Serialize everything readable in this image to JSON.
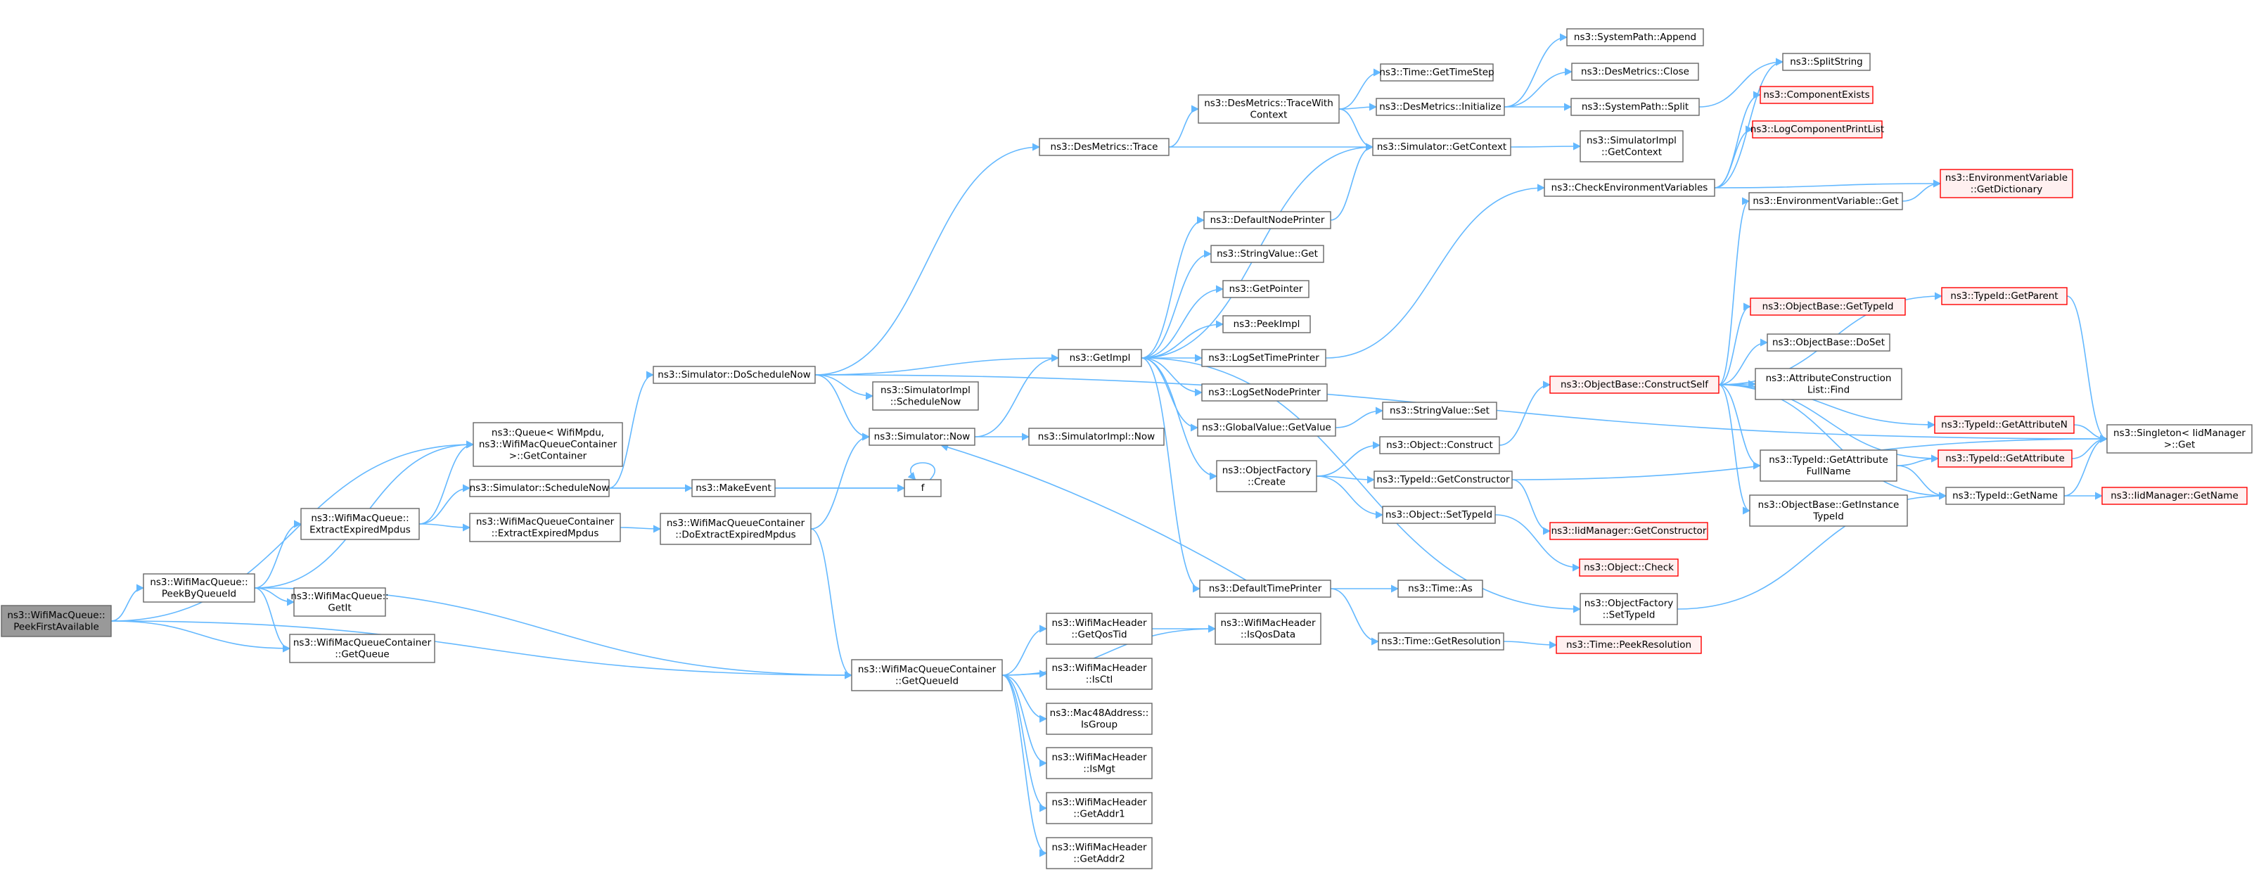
{
  "colors": {
    "edge": "#63b8ff",
    "normal_border": "#666666",
    "normal_fill": "#ffffff",
    "red_border": "#ff0000",
    "red_fill": "#fff0f0",
    "root_fill": "#999999",
    "root_border": "#666666",
    "text_normal": "#000000",
    "text_red": "#000000"
  },
  "diagram": {
    "type": "call-graph",
    "nodes": [
      {
        "id": "root",
        "lines": [
          "ns3::WifiMacQueue::",
          "PeekFirstAvailable"
        ],
        "style": "root"
      },
      {
        "id": "peekByQueueId",
        "lines": [
          "ns3::WifiMacQueue::",
          "PeekByQueueId"
        ],
        "style": "normal"
      },
      {
        "id": "getContainer",
        "lines": [
          "ns3::Queue< WifiMpdu,",
          "ns3::WifiMacQueueContainer",
          ">::GetContainer"
        ],
        "style": "normal"
      },
      {
        "id": "extractExpired",
        "lines": [
          "ns3::WifiMacQueue::",
          "ExtractExpiredMpdus"
        ],
        "style": "normal"
      },
      {
        "id": "getIt",
        "lines": [
          "ns3::WifiMacQueue::",
          "GetIt"
        ],
        "style": "normal"
      },
      {
        "id": "getQueue",
        "lines": [
          "ns3::WifiMacQueueContainer",
          "::GetQueue"
        ],
        "style": "normal"
      },
      {
        "id": "getQueueId",
        "lines": [
          "ns3::WifiMacQueueContainer",
          "::GetQueueId"
        ],
        "style": "normal"
      },
      {
        "id": "scheduleNow",
        "lines": [
          "ns3::Simulator::ScheduleNow"
        ],
        "style": "normal"
      },
      {
        "id": "containerExtract",
        "lines": [
          "ns3::WifiMacQueueContainer",
          "::ExtractExpiredMpdus"
        ],
        "style": "normal"
      },
      {
        "id": "doScheduleNow",
        "lines": [
          "ns3::Simulator::DoScheduleNow"
        ],
        "style": "normal"
      },
      {
        "id": "makeEvent",
        "lines": [
          "ns3::MakeEvent"
        ],
        "style": "normal"
      },
      {
        "id": "f",
        "lines": [
          "f"
        ],
        "style": "normal"
      },
      {
        "id": "doExtract",
        "lines": [
          "ns3::WifiMacQueueContainer",
          "::DoExtractExpiredMpdus"
        ],
        "style": "normal"
      },
      {
        "id": "simNow",
        "lines": [
          "ns3::Simulator::Now"
        ],
        "style": "normal"
      },
      {
        "id": "simImplScheduleNow",
        "lines": [
          "ns3::SimulatorImpl",
          "::ScheduleNow"
        ],
        "style": "normal"
      },
      {
        "id": "simImplNow",
        "lines": [
          "ns3::SimulatorImpl::Now"
        ],
        "style": "normal"
      },
      {
        "id": "getImpl",
        "lines": [
          "ns3::GetImpl"
        ],
        "style": "normal"
      },
      {
        "id": "desTrace",
        "lines": [
          "ns3::DesMetrics::Trace"
        ],
        "style": "normal"
      },
      {
        "id": "traceWithContext",
        "lines": [
          "ns3::DesMetrics::TraceWith",
          "Context"
        ],
        "style": "normal"
      },
      {
        "id": "getTimeStep",
        "lines": [
          "ns3::Time::GetTimeStep"
        ],
        "style": "normal"
      },
      {
        "id": "desInit",
        "lines": [
          "ns3::DesMetrics::Initialize"
        ],
        "style": "normal"
      },
      {
        "id": "simGetContext",
        "lines": [
          "ns3::Simulator::GetContext"
        ],
        "style": "normal"
      },
      {
        "id": "defaultNodePrinter",
        "lines": [
          "ns3::DefaultNodePrinter"
        ],
        "style": "normal"
      },
      {
        "id": "stringValueGet",
        "lines": [
          "ns3::StringValue::Get"
        ],
        "style": "normal"
      },
      {
        "id": "getPointer",
        "lines": [
          "ns3::GetPointer"
        ],
        "style": "normal"
      },
      {
        "id": "peekImpl",
        "lines": [
          "ns3::PeekImpl"
        ],
        "style": "normal"
      },
      {
        "id": "logSetTimePrinter",
        "lines": [
          "ns3::LogSetTimePrinter"
        ],
        "style": "normal"
      },
      {
        "id": "logSetNodePrinter",
        "lines": [
          "ns3::LogSetNodePrinter"
        ],
        "style": "normal"
      },
      {
        "id": "globalValueGet",
        "lines": [
          "ns3::GlobalValue::GetValue"
        ],
        "style": "normal"
      },
      {
        "id": "objFactoryCreate",
        "lines": [
          "ns3::ObjectFactory",
          "::Create"
        ],
        "style": "normal"
      },
      {
        "id": "defaultTimePrinter",
        "lines": [
          "ns3::DefaultTimePrinter"
        ],
        "style": "normal"
      },
      {
        "id": "sysPathAppend",
        "lines": [
          "ns3::SystemPath::Append"
        ],
        "style": "normal"
      },
      {
        "id": "desClose",
        "lines": [
          "ns3::DesMetrics::Close"
        ],
        "style": "normal"
      },
      {
        "id": "sysPathSplit",
        "lines": [
          "ns3::SystemPath::Split"
        ],
        "style": "normal"
      },
      {
        "id": "simImplGetContext",
        "lines": [
          "ns3::SimulatorImpl",
          "::GetContext"
        ],
        "style": "normal"
      },
      {
        "id": "checkEnvVars",
        "lines": [
          "ns3::CheckEnvironmentVariables"
        ],
        "style": "normal"
      },
      {
        "id": "splitString",
        "lines": [
          "ns3::SplitString"
        ],
        "style": "normal"
      },
      {
        "id": "componentExists",
        "lines": [
          "ns3::ComponentExists"
        ],
        "style": "red"
      },
      {
        "id": "logComponentPrintList",
        "lines": [
          "ns3::LogComponentPrintList"
        ],
        "style": "red"
      },
      {
        "id": "envVarGet",
        "lines": [
          "ns3::EnvironmentVariable::Get"
        ],
        "style": "normal"
      },
      {
        "id": "envVarGetDict",
        "lines": [
          "ns3::EnvironmentVariable",
          "::GetDictionary"
        ],
        "style": "red"
      },
      {
        "id": "stringValueSet",
        "lines": [
          "ns3::StringValue::Set"
        ],
        "style": "normal"
      },
      {
        "id": "objectConstruct",
        "lines": [
          "ns3::Object::Construct"
        ],
        "style": "normal"
      },
      {
        "id": "typeIdGetCtor",
        "lines": [
          "ns3::TypeId::GetConstructor"
        ],
        "style": "normal"
      },
      {
        "id": "objectSetTypeId",
        "lines": [
          "ns3::Object::SetTypeId"
        ],
        "style": "normal"
      },
      {
        "id": "iidGetCtor",
        "lines": [
          "ns3::IidManager::GetConstructor"
        ],
        "style": "red"
      },
      {
        "id": "objectCheck",
        "lines": [
          "ns3::Object::Check"
        ],
        "style": "red"
      },
      {
        "id": "timeAs",
        "lines": [
          "ns3::Time::As"
        ],
        "style": "normal"
      },
      {
        "id": "timeGetRes",
        "lines": [
          "ns3::Time::GetResolution"
        ],
        "style": "normal"
      },
      {
        "id": "timePeekRes",
        "lines": [
          "ns3::Time::PeekResolution"
        ],
        "style": "red"
      },
      {
        "id": "objFactorySetTypeId",
        "lines": [
          "ns3::ObjectFactory",
          "::SetTypeId"
        ],
        "style": "normal"
      },
      {
        "id": "constructSelf",
        "lines": [
          "ns3::ObjectBase::ConstructSelf"
        ],
        "style": "red"
      },
      {
        "id": "objBaseGetTypeId",
        "lines": [
          "ns3::ObjectBase::GetTypeId"
        ],
        "style": "red"
      },
      {
        "id": "objBaseDoSet",
        "lines": [
          "ns3::ObjectBase::DoSet"
        ],
        "style": "normal"
      },
      {
        "id": "attrConstructFind",
        "lines": [
          "ns3::AttributeConstruction",
          "List::Find"
        ],
        "style": "normal"
      },
      {
        "id": "typeIdGetParent",
        "lines": [
          "ns3::TypeId::GetParent"
        ],
        "style": "red"
      },
      {
        "id": "typeIdGetAttrN",
        "lines": [
          "ns3::TypeId::GetAttributeN"
        ],
        "style": "red"
      },
      {
        "id": "typeIdGetAttrFull",
        "lines": [
          "ns3::TypeId::GetAttribute",
          "FullName"
        ],
        "style": "normal"
      },
      {
        "id": "typeIdGetAttr",
        "lines": [
          "ns3::TypeId::GetAttribute"
        ],
        "style": "red"
      },
      {
        "id": "objBaseGetInstTypeId",
        "lines": [
          "ns3::ObjectBase::GetInstance",
          "TypeId"
        ],
        "style": "normal"
      },
      {
        "id": "typeIdGetName",
        "lines": [
          "ns3::TypeId::GetName"
        ],
        "style": "normal"
      },
      {
        "id": "singletonGet",
        "lines": [
          "ns3::Singleton< IidManager",
          ">::Get"
        ],
        "style": "normal"
      },
      {
        "id": "iidGetName",
        "lines": [
          "ns3::IidManager::GetName"
        ],
        "style": "red"
      },
      {
        "id": "getQosTid",
        "lines": [
          "ns3::WifiMacHeader",
          "::GetQosTid"
        ],
        "style": "normal"
      },
      {
        "id": "isQosData",
        "lines": [
          "ns3::WifiMacHeader",
          "::IsQosData"
        ],
        "style": "normal"
      },
      {
        "id": "isCtl",
        "lines": [
          "ns3::WifiMacHeader",
          "::IsCtl"
        ],
        "style": "normal"
      },
      {
        "id": "isGroup",
        "lines": [
          "ns3::Mac48Address::",
          "IsGroup"
        ],
        "style": "normal"
      },
      {
        "id": "isMgt",
        "lines": [
          "ns3::WifiMacHeader",
          "::IsMgt"
        ],
        "style": "normal"
      },
      {
        "id": "getAddr1",
        "lines": [
          "ns3::WifiMacHeader",
          "::GetAddr1"
        ],
        "style": "normal"
      },
      {
        "id": "getAddr2",
        "lines": [
          "ns3::WifiMacHeader",
          "::GetAddr2"
        ],
        "style": "normal"
      }
    ],
    "edges": [
      [
        "root",
        "peekByQueueId"
      ],
      [
        "root",
        "getContainer"
      ],
      [
        "root",
        "getQueue"
      ],
      [
        "root",
        "getQueueId"
      ],
      [
        "peekByQueueId",
        "getContainer"
      ],
      [
        "peekByQueueId",
        "extractExpired"
      ],
      [
        "peekByQueueId",
        "getIt"
      ],
      [
        "peekByQueueId",
        "getQueue"
      ],
      [
        "peekByQueueId",
        "getQueueId"
      ],
      [
        "extractExpired",
        "getContainer"
      ],
      [
        "extractExpired",
        "scheduleNow"
      ],
      [
        "extractExpired",
        "containerExtract"
      ],
      [
        "scheduleNow",
        "doScheduleNow"
      ],
      [
        "scheduleNow",
        "makeEvent"
      ],
      [
        "scheduleNow",
        "f"
      ],
      [
        "makeEvent",
        "f"
      ],
      [
        "f",
        "f"
      ],
      [
        "containerExtract",
        "doExtract"
      ],
      [
        "doExtract",
        "simNow"
      ],
      [
        "doExtract",
        "getQueueId"
      ],
      [
        "doScheduleNow",
        "desTrace"
      ],
      [
        "doScheduleNow",
        "getImpl"
      ],
      [
        "doScheduleNow",
        "simImplScheduleNow"
      ],
      [
        "doScheduleNow",
        "simNow"
      ],
      [
        "doScheduleNow",
        "singletonGet"
      ],
      [
        "simNow",
        "getImpl"
      ],
      [
        "simNow",
        "simImplNow"
      ],
      [
        "desTrace",
        "traceWithContext"
      ],
      [
        "desTrace",
        "simGetContext"
      ],
      [
        "traceWithContext",
        "getTimeStep"
      ],
      [
        "traceWithContext",
        "desInit"
      ],
      [
        "traceWithContext",
        "simGetContext"
      ],
      [
        "desInit",
        "sysPathAppend"
      ],
      [
        "desInit",
        "desClose"
      ],
      [
        "desInit",
        "sysPathSplit"
      ],
      [
        "sysPathSplit",
        "splitString"
      ],
      [
        "simGetContext",
        "simImplGetContext"
      ],
      [
        "getImpl",
        "simGetContext"
      ],
      [
        "getImpl",
        "defaultNodePrinter"
      ],
      [
        "getImpl",
        "stringValueGet"
      ],
      [
        "getImpl",
        "getPointer"
      ],
      [
        "getImpl",
        "peekImpl"
      ],
      [
        "getImpl",
        "logSetTimePrinter"
      ],
      [
        "getImpl",
        "logSetNodePrinter"
      ],
      [
        "getImpl",
        "globalValueGet"
      ],
      [
        "getImpl",
        "objFactoryCreate"
      ],
      [
        "getImpl",
        "defaultTimePrinter"
      ],
      [
        "getImpl",
        "objFactorySetTypeId"
      ],
      [
        "defaultNodePrinter",
        "simGetContext"
      ],
      [
        "defaultTimePrinter",
        "simNow"
      ],
      [
        "defaultTimePrinter",
        "timeAs"
      ],
      [
        "defaultTimePrinter",
        "timeGetRes"
      ],
      [
        "timeGetRes",
        "timePeekRes"
      ],
      [
        "logSetTimePrinter",
        "checkEnvVars"
      ],
      [
        "checkEnvVars",
        "splitString"
      ],
      [
        "checkEnvVars",
        "componentExists"
      ],
      [
        "checkEnvVars",
        "logComponentPrintList"
      ],
      [
        "checkEnvVars",
        "envVarGetDict"
      ],
      [
        "envVarGet",
        "envVarGetDict"
      ],
      [
        "globalValueGet",
        "stringValueSet"
      ],
      [
        "objFactoryCreate",
        "objectConstruct"
      ],
      [
        "objFactoryCreate",
        "typeIdGetCtor"
      ],
      [
        "objFactoryCreate",
        "objectSetTypeId"
      ],
      [
        "objectConstruct",
        "constructSelf"
      ],
      [
        "typeIdGetCtor",
        "iidGetCtor"
      ],
      [
        "typeIdGetCtor",
        "singletonGet"
      ],
      [
        "objectSetTypeId",
        "objectCheck"
      ],
      [
        "objFactorySetTypeId",
        "typeIdGetName"
      ],
      [
        "constructSelf",
        "envVarGet"
      ],
      [
        "constructSelf",
        "objBaseGetTypeId"
      ],
      [
        "constructSelf",
        "objBaseDoSet"
      ],
      [
        "constructSelf",
        "attrConstructFind"
      ],
      [
        "constructSelf",
        "typeIdGetParent"
      ],
      [
        "constructSelf",
        "typeIdGetAttrN"
      ],
      [
        "constructSelf",
        "typeIdGetAttrFull"
      ],
      [
        "constructSelf",
        "typeIdGetAttr"
      ],
      [
        "constructSelf",
        "objBaseGetInstTypeId"
      ],
      [
        "constructSelf",
        "typeIdGetName"
      ],
      [
        "typeIdGetParent",
        "singletonGet"
      ],
      [
        "typeIdGetAttrN",
        "singletonGet"
      ],
      [
        "typeIdGetAttrFull",
        "typeIdGetAttr"
      ],
      [
        "typeIdGetAttrFull",
        "typeIdGetName"
      ],
      [
        "typeIdGetAttr",
        "singletonGet"
      ],
      [
        "typeIdGetName",
        "singletonGet"
      ],
      [
        "typeIdGetName",
        "iidGetName"
      ],
      [
        "getQueueId",
        "getQosTid"
      ],
      [
        "getQueueId",
        "isQosData"
      ],
      [
        "getQueueId",
        "isCtl"
      ],
      [
        "getQueueId",
        "isGroup"
      ],
      [
        "getQueueId",
        "isMgt"
      ],
      [
        "getQueueId",
        "getAddr1"
      ],
      [
        "getQueueId",
        "getAddr2"
      ],
      [
        "getQosTid",
        "isQosData"
      ]
    ]
  }
}
